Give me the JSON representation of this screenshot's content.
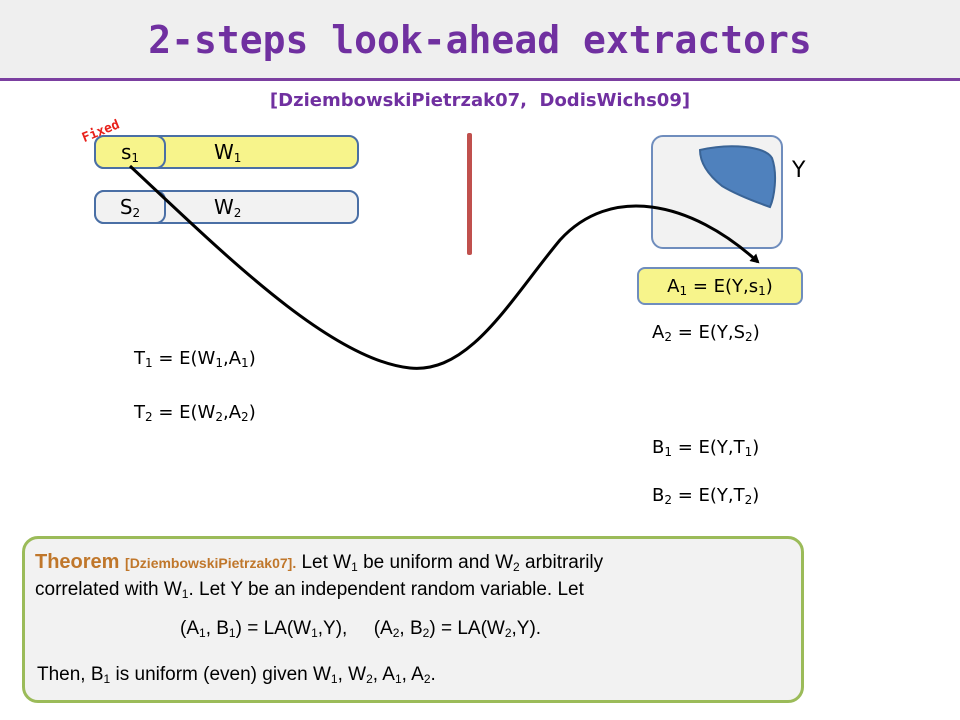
{
  "title": "2-steps look-ahead extractors",
  "citation": "[DziembowskiPietrzak07,  DodisWichs09]",
  "left": {
    "fixed_label": "Fixed",
    "row1": {
      "seed": "s",
      "seed_sub": "1",
      "source": "W",
      "source_sub": "1"
    },
    "row2": {
      "seed": "S",
      "seed_sub": "2",
      "source": "W",
      "source_sub": "2"
    }
  },
  "right": {
    "y_label": "Y",
    "a1": {
      "lhs": "A",
      "lhs_sub": "1",
      "rhs_pre": " = E(Y,s",
      "rhs_sub": "1",
      "rhs_post": ")"
    },
    "a2": {
      "lhs": "A",
      "lhs_sub": "2",
      "rhs_pre": " = E(Y,S",
      "rhs_sub": "2",
      "rhs_post": ")"
    },
    "b1": {
      "lhs": "B",
      "lhs_sub": "1",
      "rhs_pre": " = E(Y,T",
      "rhs_sub": "1",
      "rhs_post": ")"
    },
    "b2": {
      "lhs": "B",
      "lhs_sub": "2",
      "rhs_pre": " = E(Y,T",
      "rhs_sub": "2",
      "rhs_post": ")"
    }
  },
  "middle": {
    "t1": {
      "lhs": "T",
      "lhs_sub": "1",
      "p1": " = E(W",
      "s1": "1",
      "p2": ",A",
      "s2": "1",
      "p3": ")"
    },
    "t2": {
      "lhs": "T",
      "lhs_sub": "2",
      "p1": " = E(W",
      "s1": "2",
      "p2": ",A",
      "s2": "2",
      "p3": ")"
    }
  },
  "theorem": {
    "head": "Theorem ",
    "cite": "[DziembowskiPietrzak07].",
    "l1_a": " Let W",
    "l1_s1": "1",
    "l1_b": " be uniform and W",
    "l1_s2": "2",
    "l1_c": " arbitrarily",
    "l2_a": "correlated with W",
    "l2_s1": "1",
    "l2_b": ". Let Y be an independent random variable. Let",
    "l3_a": "(A",
    "l3_s1": "1",
    "l3_b": ", B",
    "l3_s2": "1",
    "l3_c": ") = LA(W",
    "l3_s3": "1",
    "l3_d": ",Y),     (A",
    "l3_s4": "2",
    "l3_e": ", B",
    "l3_s5": "2",
    "l3_f": ") = LA(W",
    "l3_s6": "2",
    "l3_g": ",Y).",
    "l4_a": "Then, B",
    "l4_s1": "1",
    "l4_b": " is uniform (even) given W",
    "l4_s2": "1",
    "l4_c": ", W",
    "l4_s3": "2",
    "l4_d": ", A",
    "l4_s4": "1",
    "l4_e": ", A",
    "l4_s5": "2",
    "l4_f": "."
  },
  "colors": {
    "title": "#7030a0",
    "fixed": "#e8201a",
    "divider": "#c0504d",
    "shape_fill": "#4f81bd",
    "highlight": "#f7f48b",
    "theorem_border": "#9bbb59",
    "theorem_head": "#c0772b"
  }
}
